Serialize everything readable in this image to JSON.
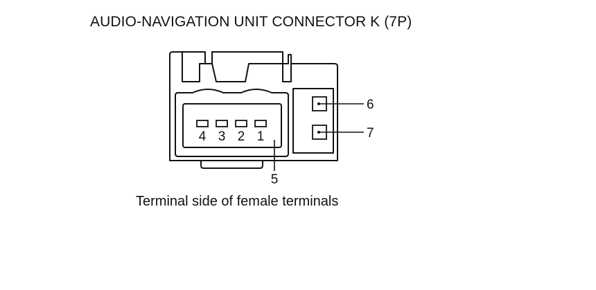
{
  "title": "AUDIO-NAVIGATION UNIT CONNECTOR K (7P)",
  "caption": "Terminal side of female terminals",
  "terminals": {
    "t1": "1",
    "t2": "2",
    "t3": "3",
    "t4": "4",
    "t5": "5",
    "t6": "6",
    "t7": "7"
  }
}
